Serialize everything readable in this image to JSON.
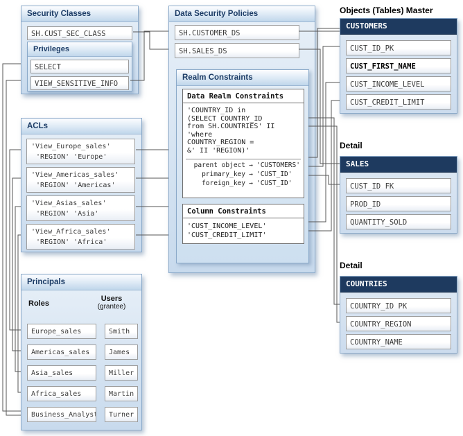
{
  "security_classes": {
    "title": "Security Classes",
    "class_name": "SH.CUST_SEC_CLASS",
    "privileges": {
      "title": "Privileges",
      "items": [
        "SELECT",
        "VIEW_SENSITIVE_INFO"
      ]
    }
  },
  "data_security_policies": {
    "title": "Data Security Policies",
    "policies": [
      "SH.CUSTOMER_DS",
      "SH.SALES_DS"
    ],
    "realm_constraints": {
      "title": "Realm Constraints",
      "data_realm": {
        "title": "Data Realm Constraints",
        "code_lines": [
          "'COUNTRY_ID in",
          "(SELECT COUNTRY_ID",
          "from SH.COUNTRIES' II",
          "'where",
          "COUNTRY_REGION =",
          "&' II 'REGION)'"
        ],
        "arrow": "→",
        "mappings": [
          {
            "label": "parent object",
            "value": "'CUSTOMERS'"
          },
          {
            "label": "primary_key",
            "value": "'CUST_ID'"
          },
          {
            "label": "foreign_key",
            "value": "'CUST_ID'"
          }
        ]
      },
      "column_constraints": {
        "title": "Column Constraints",
        "items": [
          "'CUST_INCOME_LEVEL'",
          "'CUST_CREDIT_LIMIT'"
        ]
      }
    }
  },
  "acls": {
    "title": "ACLs",
    "entries": [
      {
        "line1": "'View_Europe_sales'",
        "line2": "'REGION' 'Europe'"
      },
      {
        "line1": "'View_Americas_sales'",
        "line2": "'REGION' 'Americas'"
      },
      {
        "line1": "'View_Asias_sales'",
        "line2": "'REGION' 'Asia'"
      },
      {
        "line1": "'View_Africa_sales'",
        "line2": "'REGION' 'Africa'"
      }
    ]
  },
  "principals": {
    "title": "Principals",
    "roles_header": "Roles",
    "users_header": "Users",
    "users_subheader": "(grantee)",
    "rows": [
      {
        "role": "Europe_sales",
        "user": "Smith"
      },
      {
        "role": "Americas_sales",
        "user": "James"
      },
      {
        "role": "Asia_sales",
        "user": "Miller"
      },
      {
        "role": "Africa_sales",
        "user": "Martin"
      },
      {
        "role": "Business_Analyst",
        "user": "Turner"
      }
    ]
  },
  "master": {
    "label": "Objects (Tables) Master",
    "customers": {
      "title": "CUSTOMERS",
      "columns": [
        "CUST_ID_PK",
        "CUST_FIRST_NAME",
        "CUST_INCOME_LEVEL",
        "CUST_CREDIT_LIMIT"
      ],
      "bold_column": "CUST_FIRST_NAME"
    }
  },
  "sales_detail": {
    "label": "Detail",
    "table": {
      "title": "SALES",
      "columns": [
        "CUST_ID FK",
        "PROD_ID",
        "QUANTITY_SOLD"
      ]
    }
  },
  "countries_detail": {
    "label": "Detail",
    "table": {
      "title": "COUNTRIES",
      "columns": [
        "COUNTRY_ID PK",
        "COUNTRY_REGION",
        "COUNTRY_NAME"
      ]
    }
  },
  "colors": {
    "panel_border": "#8aa9c9",
    "navy_header": "#1e3a5f",
    "connector": "#555555"
  }
}
